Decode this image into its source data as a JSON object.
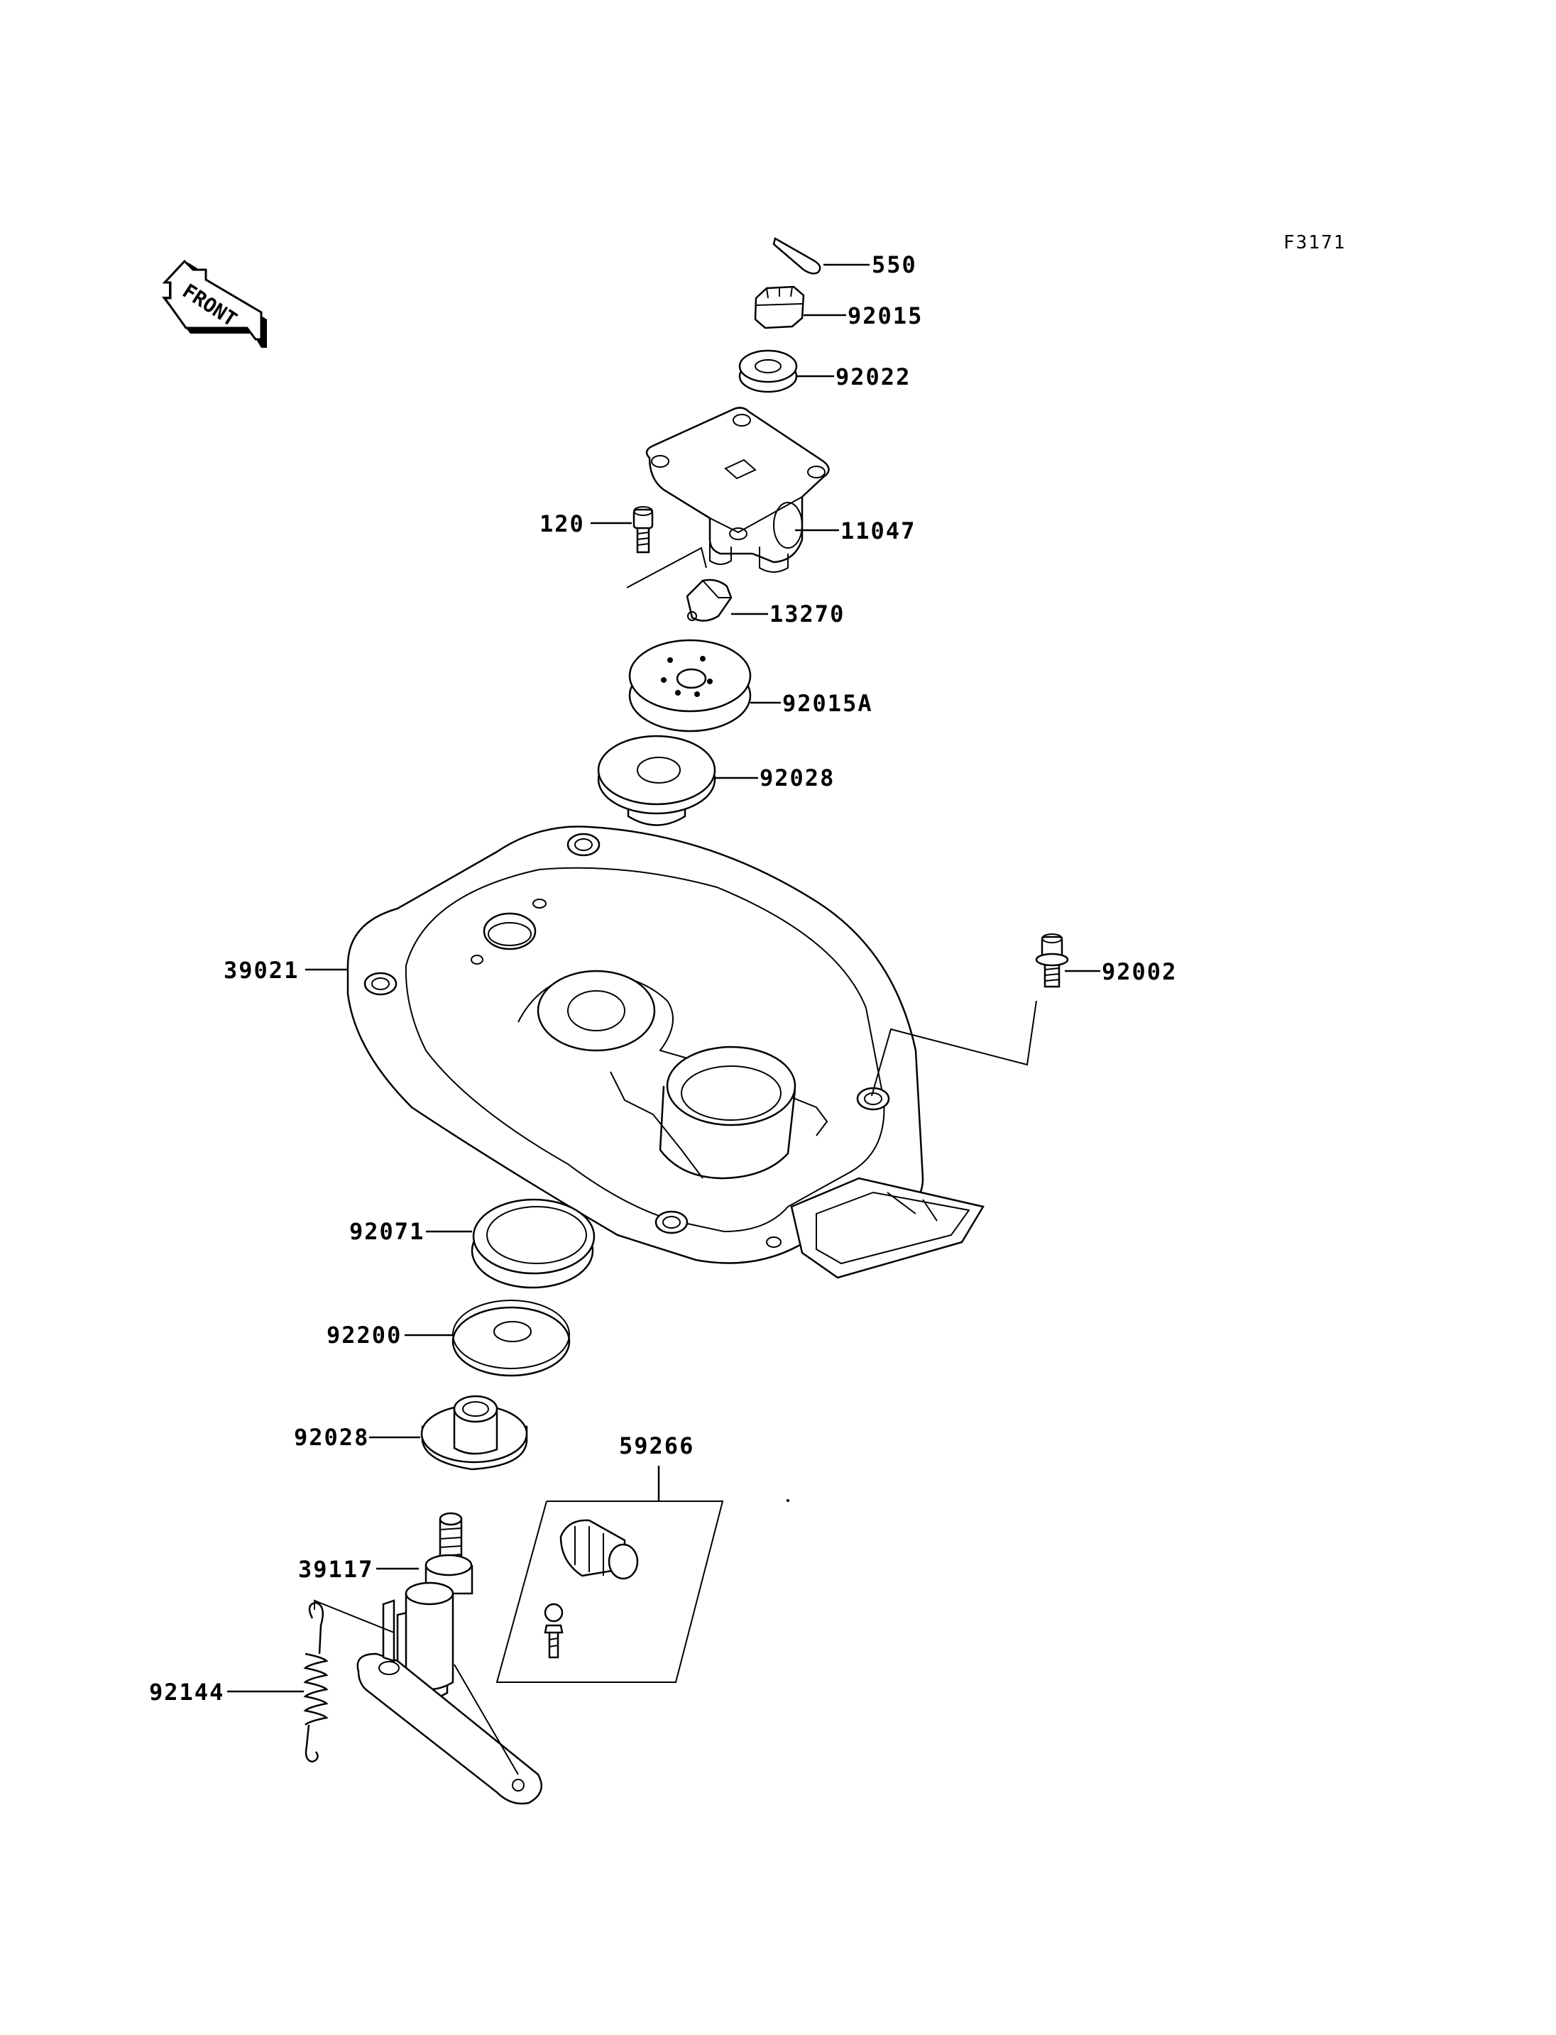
{
  "figure_code": "F3171",
  "front_label": "FRONT",
  "parts": [
    {
      "id": "p550",
      "number": "550"
    },
    {
      "id": "p92015",
      "number": "92015"
    },
    {
      "id": "p92022",
      "number": "92022"
    },
    {
      "id": "p11047",
      "number": "11047"
    },
    {
      "id": "p120",
      "number": "120"
    },
    {
      "id": "p13270",
      "number": "13270"
    },
    {
      "id": "p92015A",
      "number": "92015A"
    },
    {
      "id": "p92028a",
      "number": "92028"
    },
    {
      "id": "p39021",
      "number": "39021"
    },
    {
      "id": "p92002",
      "number": "92002"
    },
    {
      "id": "p92071",
      "number": "92071"
    },
    {
      "id": "p92200",
      "number": "92200"
    },
    {
      "id": "p92028b",
      "number": "92028"
    },
    {
      "id": "p59266",
      "number": "59266"
    },
    {
      "id": "p39117",
      "number": "39117"
    },
    {
      "id": "p92144",
      "number": "92144"
    }
  ]
}
